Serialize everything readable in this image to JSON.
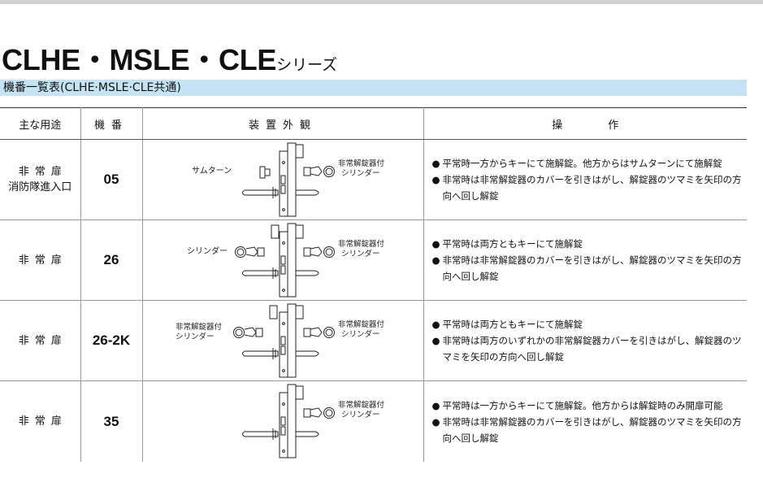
{
  "header": {
    "title_main": "CLHE・MSLE・CLE",
    "title_suffix": "シリーズ",
    "subtitle": "機番一覧表(CLHE·MSLE·CLE共通)"
  },
  "table": {
    "columns": [
      "主な用途",
      "機番",
      "装置外観",
      "操作"
    ],
    "rows": [
      {
        "use_line1": "非常扉",
        "use_line2": "消防隊進入口",
        "number": "05",
        "left_label": "サムターン",
        "right_label_1": "非常解錠器付",
        "right_label_2": "シリンダー",
        "ops": [
          "平常時一方からキーにて施解錠。他方からはサムターンにて施解錠",
          "非常時は非常解錠器のカバーを引きはがし、解錠器のツマミを矢印の方向へ回し解錠"
        ]
      },
      {
        "use_line1": "非常扉",
        "use_line2": "",
        "number": "26",
        "left_label": "シリンダー",
        "right_label_1": "非常解錠器付",
        "right_label_2": "シリンダー",
        "ops": [
          "平常時は両方ともキーにて施解錠",
          "非常時は非常解錠器のカバーを引きはがし、解錠器のツマミを矢印の方向へ回し解錠"
        ]
      },
      {
        "use_line1": "非常扉",
        "use_line2": "",
        "number": "26-2K",
        "left_label_1": "非常解錠器付",
        "left_label_2": "シリンダー",
        "right_label_1": "非常解錠器付",
        "right_label_2": "シリンダー",
        "ops": [
          "平常時は両方ともキーにて施解錠",
          "非常時は両方のいずれかの非常解錠器カバーを引きはがし、解錠器のツマミを矢印の方向へ回し解錠"
        ]
      },
      {
        "use_line1": "非常扉",
        "use_line2": "",
        "number": "35",
        "right_label_1": "非常解錠器付",
        "right_label_2": "シリンダー",
        "ops": [
          "平常時は一方からキーにて施解錠。他方からは解錠時のみ開扉可能",
          "非常時は非常解錠器のカバーを引きはがし、解錠器のツマミを矢印の方向へ回し解錠"
        ]
      }
    ]
  },
  "icons": {
    "lock_diagram": "mortise-lock-diagram-icon",
    "bullet": "●"
  },
  "colors": {
    "subtitle_band": "#c6e3f6",
    "top_bar": "#d2d2d2"
  }
}
